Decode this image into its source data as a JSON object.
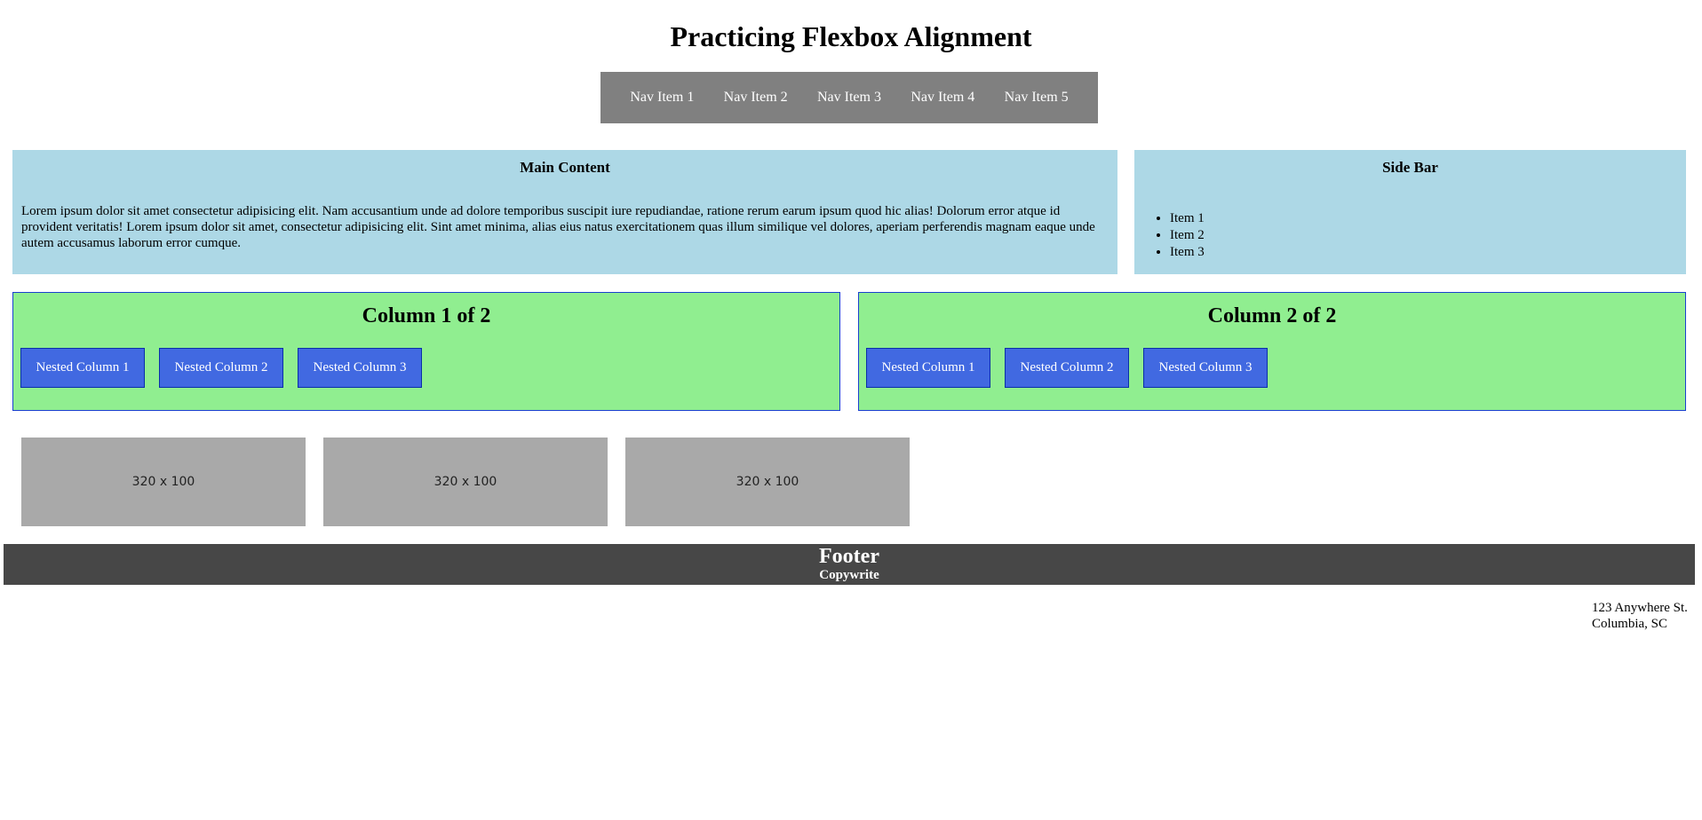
{
  "header": {
    "title": "Practicing Flexbox Alignment"
  },
  "nav": {
    "items": [
      "Nav Item 1",
      "Nav Item 2",
      "Nav Item 3",
      "Nav Item 4",
      "Nav Item 5"
    ]
  },
  "main": {
    "heading": "Main Content",
    "body": "Lorem ipsum dolor sit amet consectetur adipisicing elit. Nam accusantium unde ad dolore temporibus suscipit iure repudiandae, ratione rerum earum ipsum quod hic alias! Dolorum error atque id provident veritatis! Lorem ipsum dolor sit amet, consectetur adipisicing elit. Sint amet minima, alias eius natus exercitationem quas illum similique vel dolores, aperiam perferendis magnam eaque unde autem accusamus laborum error cumque."
  },
  "sidebar": {
    "heading": "Side Bar",
    "items": [
      "Item 1",
      "Item 2",
      "Item 3"
    ]
  },
  "columns": [
    {
      "heading": "Column 1 of 2",
      "nested": [
        "Nested Column 1",
        "Nested Column 2",
        "Nested Column 3"
      ]
    },
    {
      "heading": "Column 2 of 2",
      "nested": [
        "Nested Column 1",
        "Nested Column 2",
        "Nested Column 3"
      ]
    }
  ],
  "placeholders": [
    "320 x 100",
    "320 x 100",
    "320 x 100"
  ],
  "footer": {
    "title": "Footer",
    "copy": "Copywrite"
  },
  "address": {
    "line1": "123 Anywhere St.",
    "line2": "Columbia, SC"
  },
  "colors": {
    "nav_bg": "#808080",
    "content_bg": "#add8e6",
    "column_bg": "#90ee90",
    "nested_bg": "#4169e1",
    "placeholder_bg": "#a9a9a9",
    "footer_bg": "#474747"
  }
}
